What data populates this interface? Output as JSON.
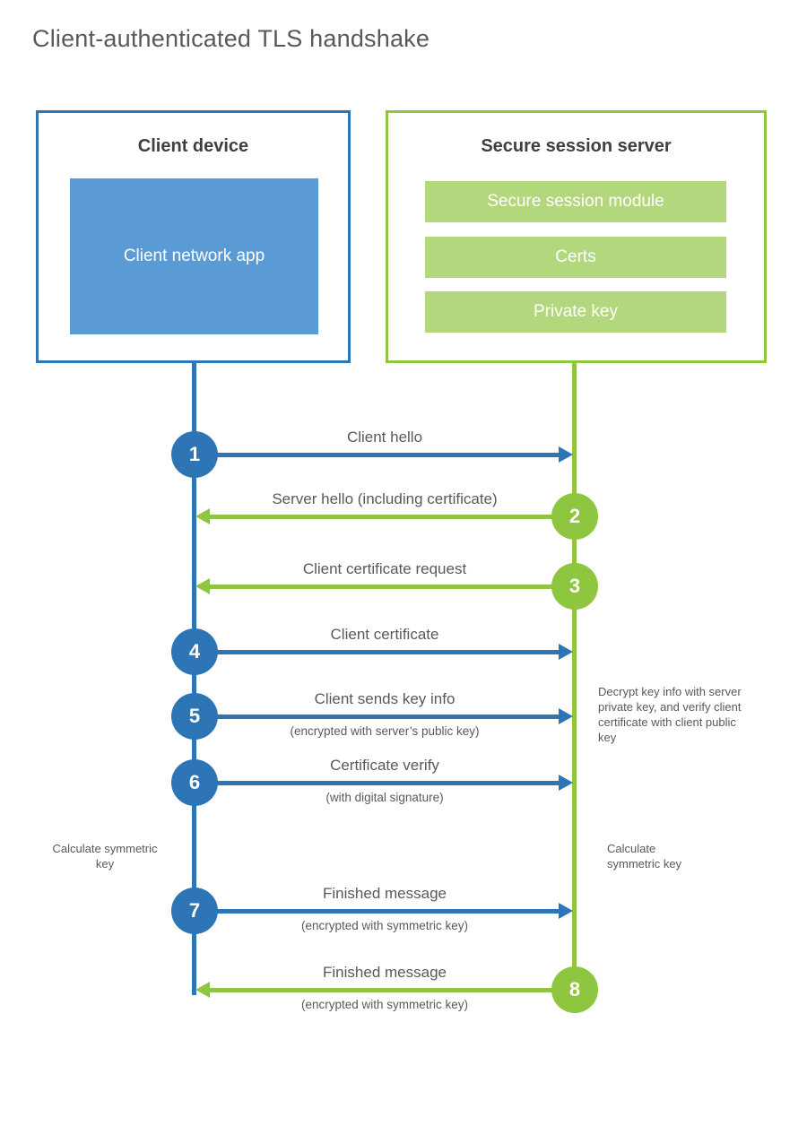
{
  "page_title": "Client-authenticated TLS handshake",
  "client_panel": {
    "title": "Client device",
    "app_label": "Client network app"
  },
  "server_panel": {
    "title": "Secure session server",
    "modules": [
      "Secure session module",
      "Certs",
      "Private key"
    ]
  },
  "steps": [
    {
      "num": "1",
      "direction": "client-to-server",
      "label": "Client hello"
    },
    {
      "num": "2",
      "direction": "server-to-client",
      "label": "Server hello (including certificate)"
    },
    {
      "num": "3",
      "direction": "server-to-client",
      "label": "Client certificate request"
    },
    {
      "num": "4",
      "direction": "client-to-server",
      "label": "Client certificate"
    },
    {
      "num": "5",
      "direction": "client-to-server",
      "label": "Client sends key info",
      "sub": "(encrypted with server’s public key)"
    },
    {
      "num": "6",
      "direction": "client-to-server",
      "label": "Certificate verify",
      "sub": "(with digital signature)"
    },
    {
      "num": "7",
      "direction": "client-to-server",
      "label": "Finished message",
      "sub": "(encrypted with symmetric key)"
    },
    {
      "num": "8",
      "direction": "server-to-client",
      "label": "Finished message",
      "sub": "(encrypted with symmetric key)"
    }
  ],
  "annotations": {
    "server_note": "Decrypt key info with server private key, and verify client certificate with client public key",
    "client_calc": "Calculate symmetric key",
    "server_calc": "Calculate symmetric key"
  },
  "colors": {
    "client_blue": "#2e75b6",
    "client_blue_light": "#5b9bd5",
    "server_green": "#8ec640",
    "server_green_light": "#b3d77c",
    "text_gray": "#595959"
  }
}
